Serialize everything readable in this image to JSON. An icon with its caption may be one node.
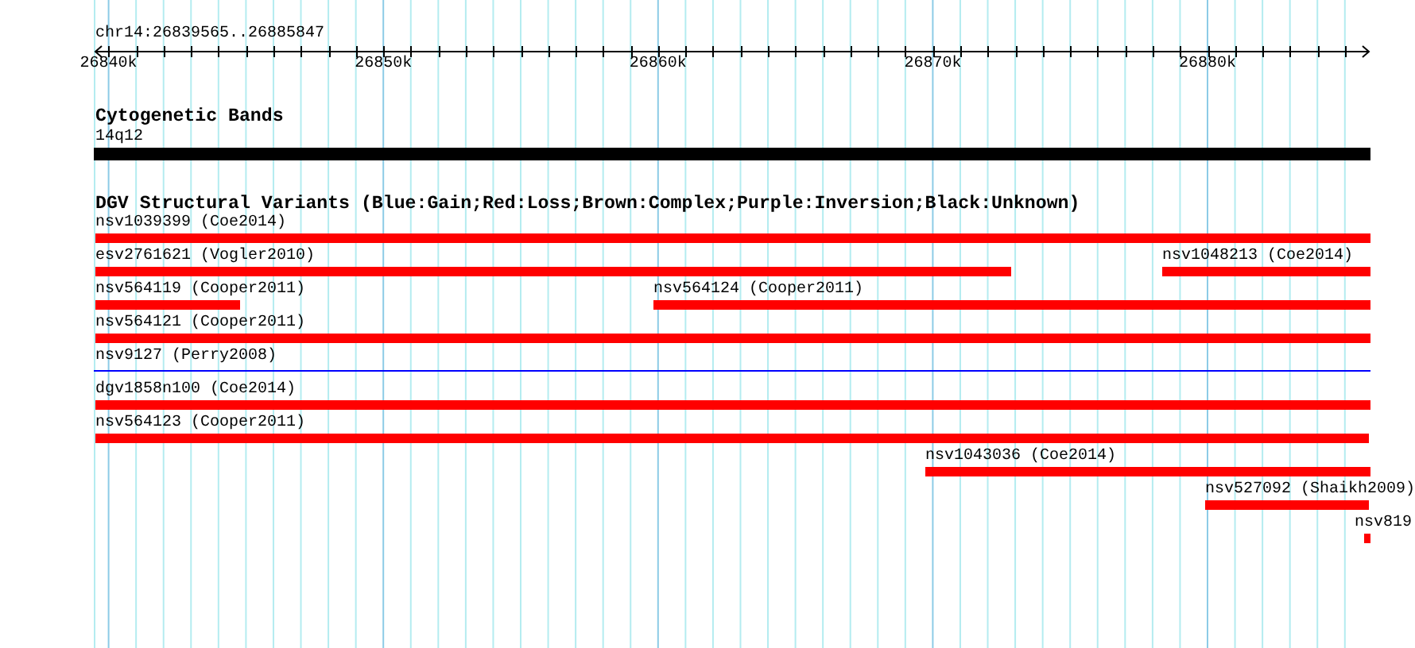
{
  "diagram": {
    "nodes": [
      {
        "text": [
          "14q12"
        ]
      },
      {
        "text": [
          "nsv1039399 (Coe2014)"
        ]
      },
      {
        "text": [
          "esv2761621 (Vogler2010)"
        ]
      },
      {
        "text": [
          "nsv1048213 (Coe2014)"
        ]
      },
      {
        "text": [
          "nsv564119 (Cooper2011)"
        ]
      },
      {
        "text": [
          "nsv564124 (Cooper2011)"
        ]
      },
      {
        "text": [
          "nsv564121 (Cooper2011)"
        ]
      },
      {
        "text": [
          "nsv9127 (Perry2008)"
        ]
      },
      {
        "text": [
          "dgv1858n100 (Coe2014)"
        ]
      },
      {
        "text": [
          "nsv564123 (Cooper2011)"
        ]
      },
      {
        "text": [
          "nsv1043036 (Coe2014)"
        ]
      },
      {
        "text": [
          "nsv527092 (Shaikh2009)"
        ]
      },
      {
        "text": [
          "nsv819"
        ]
      }
    ],
    "labels": [
      "chr14:26839565..26885847",
      "26840k",
      "26850k",
      "26860k",
      "26870k",
      "26880k",
      "Cytogenetic Bands",
      "DGV Structural Variants (Blue:Gain;Red:Loss;Brown:Complex;Purple:Inversion;Black:Unknown)"
    ]
  }
}
